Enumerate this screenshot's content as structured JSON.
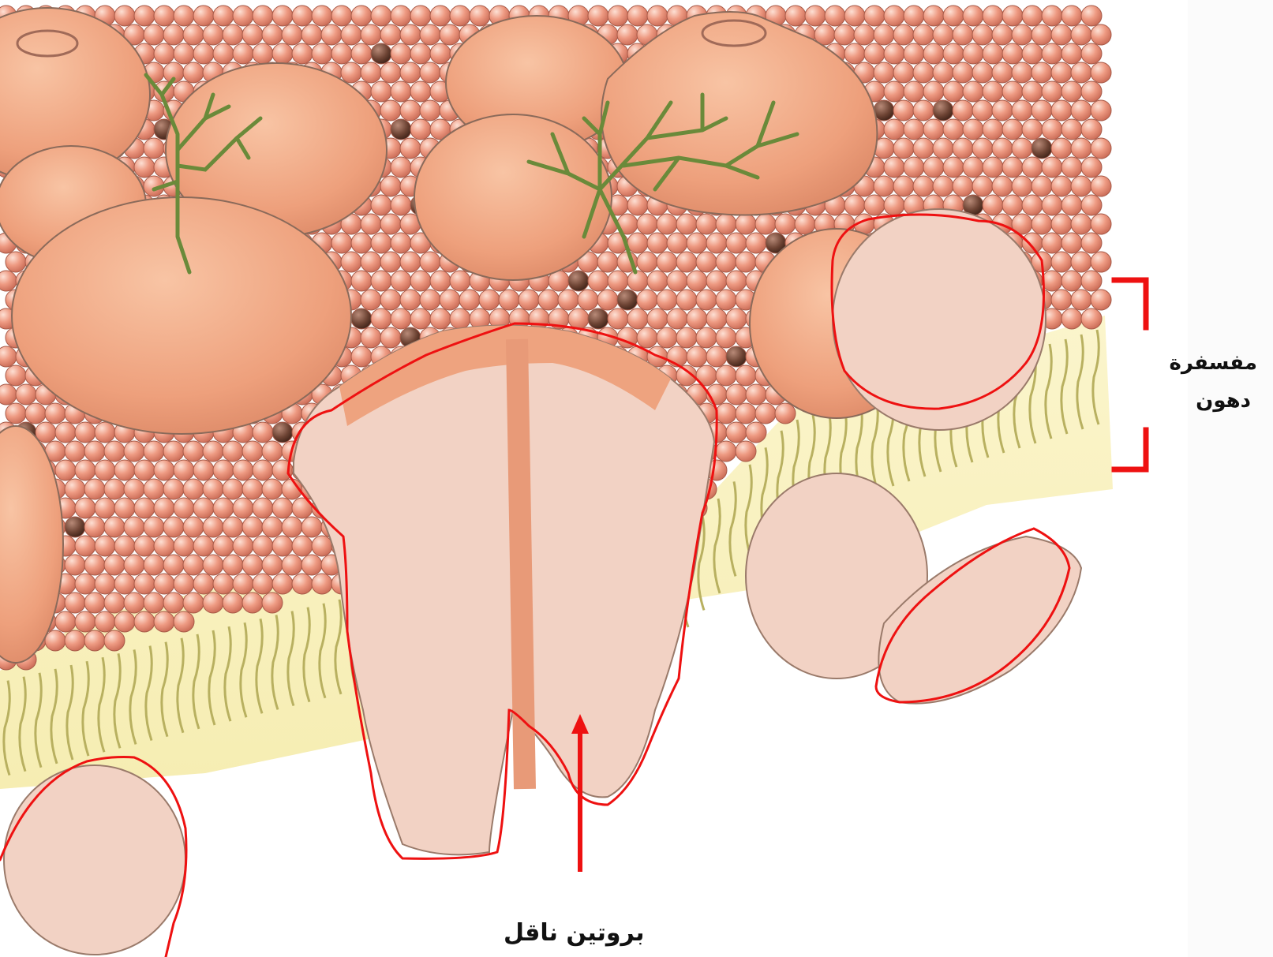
{
  "annotations": {
    "lipid_bilayer_line1": "مفسفرة",
    "lipid_bilayer_line2": "دهون",
    "transport_protein": "بروتين ناقل"
  },
  "colors": {
    "head": "#e8907a",
    "head_dark": "#7a4a3a",
    "protein": "#f2d2c4",
    "protein_top": "#eea37f",
    "bilayer": "#faf3c2",
    "tail": "#b8b060",
    "glyco": "#6a8a3a",
    "annotation": "#ee1111"
  },
  "icons": [
    "phospholipid-head-icon",
    "cholesterol-icon",
    "glycolipid-icon"
  ]
}
